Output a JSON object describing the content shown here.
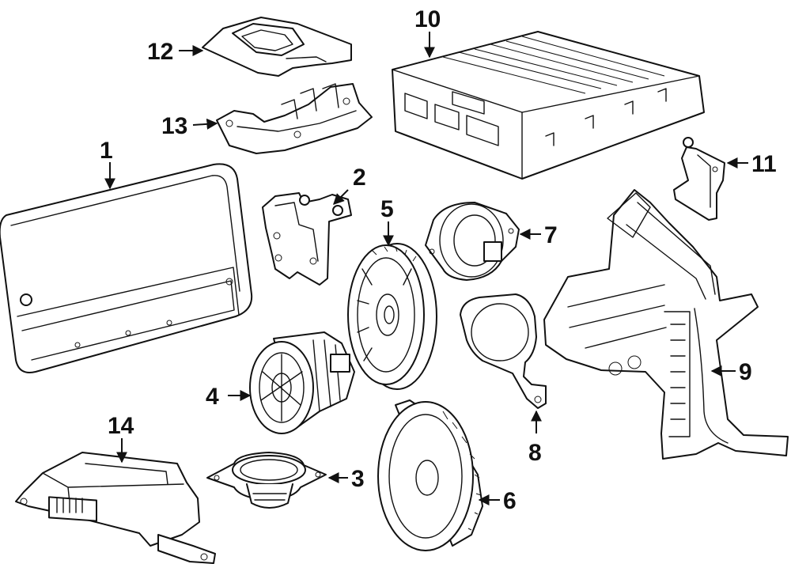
{
  "callouts": [
    {
      "key": "1",
      "text": "1"
    },
    {
      "key": "2",
      "text": "2"
    },
    {
      "key": "3",
      "text": "3"
    },
    {
      "key": "4",
      "text": "4"
    },
    {
      "key": "5",
      "text": "5"
    },
    {
      "key": "6",
      "text": "6"
    },
    {
      "key": "7",
      "text": "7"
    },
    {
      "key": "8",
      "text": "8"
    },
    {
      "key": "9",
      "text": "9"
    },
    {
      "key": "10",
      "text": "10"
    },
    {
      "key": "11",
      "text": "11"
    },
    {
      "key": "12",
      "text": "12"
    },
    {
      "key": "13",
      "text": "13"
    },
    {
      "key": "14",
      "text": "14"
    }
  ],
  "colors": {
    "line": "#111111",
    "background": "#ffffff"
  }
}
